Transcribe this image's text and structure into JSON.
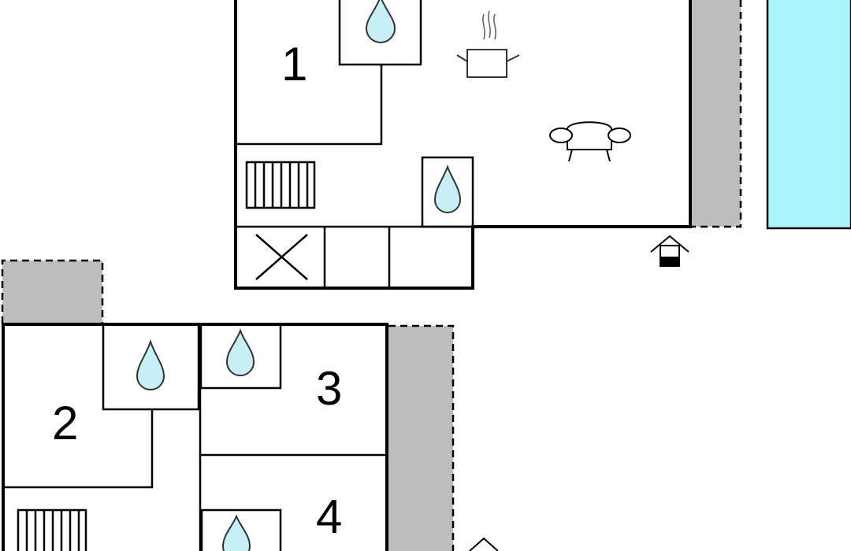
{
  "rooms": [
    {
      "label": "1"
    },
    {
      "label": "2"
    },
    {
      "label": "3"
    },
    {
      "label": "4"
    }
  ],
  "colors": {
    "terrace": "#bdbdbf",
    "pool": "#aaf5fb",
    "water_drop": "#c6f0f5",
    "walls": "#000000"
  },
  "icons": [
    "water-drop-icon",
    "stove-pot-icon",
    "sofa-icon",
    "stairs-icon",
    "entrance-icon",
    "pool-icon"
  ]
}
